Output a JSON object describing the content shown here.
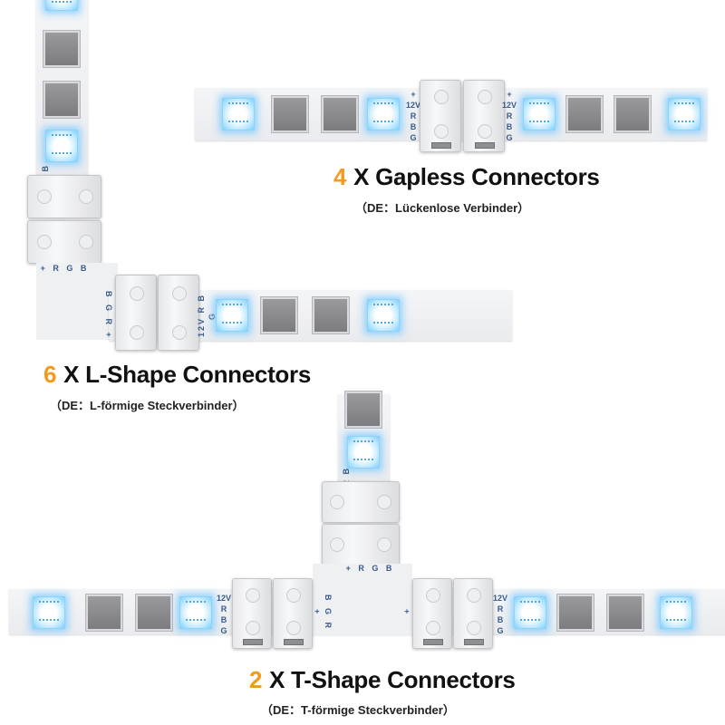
{
  "gapless": {
    "count": "4",
    "title": "X Gapless Connectors",
    "subtitle": "（DE：Lückenlose Verbinder）",
    "pin_labels": [
      "+",
      "12V",
      "R",
      "B",
      "G"
    ]
  },
  "lshape": {
    "count": "6",
    "title": "X L-Shape Connectors",
    "subtitle": "（DE：L-förmige Steckverbinder）",
    "pin_labels_top": "12V R B G",
    "pin_labels_corner": "+ R G B",
    "pin_labels_side": "B G R +",
    "pin_labels_strip": "12V R B G"
  },
  "tshape": {
    "count": "2",
    "title": "X T-Shape Connectors",
    "subtitle": "（DE：T-förmige Steckverbinder）",
    "pin_labels_top": "+ R G B",
    "pin_labels_left": "B G R +",
    "pin_labels_right": "B G R +",
    "pin_labels_vertical": "12V R B G"
  },
  "colors": {
    "accent": "#f39a1e",
    "label": "#3a5a8a",
    "led_glow": "#7fd0ff"
  }
}
